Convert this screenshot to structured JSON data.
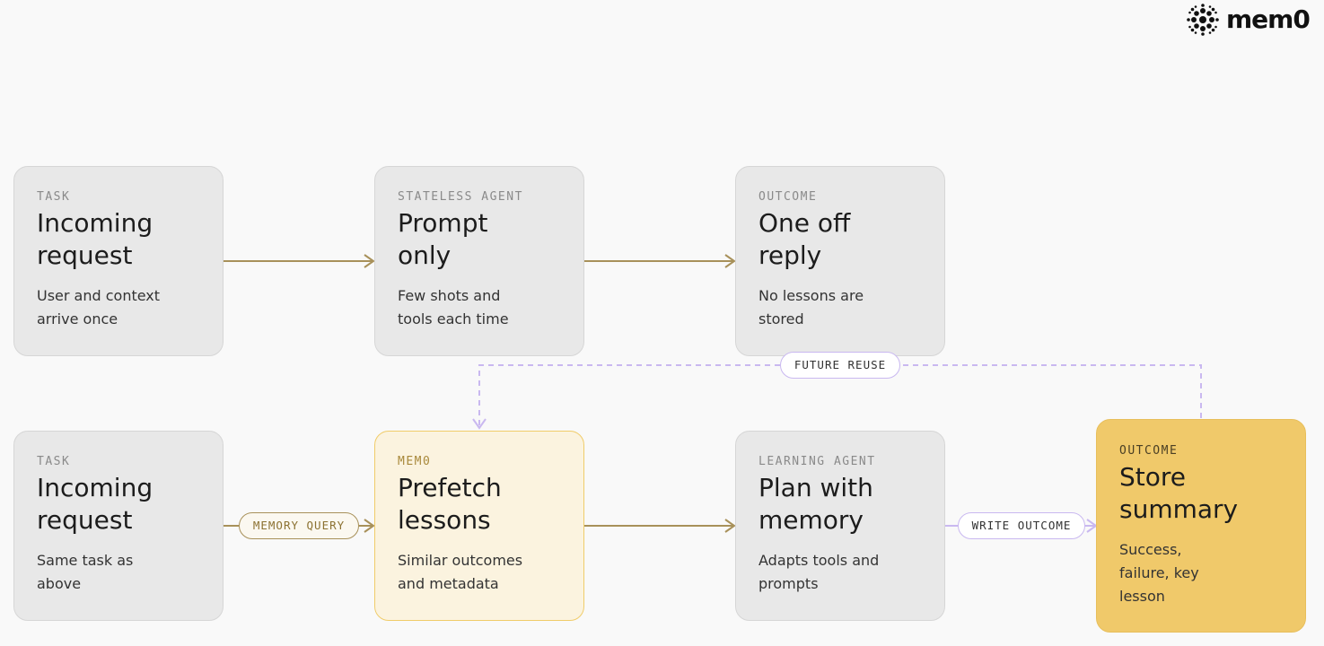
{
  "logo": {
    "wordmark": "mem0"
  },
  "stateless_row": [
    {
      "label": "TASK",
      "title": "Incoming\nrequest",
      "desc": "User and context\narrive once"
    },
    {
      "label": "STATELESS AGENT",
      "title": "Prompt\nonly",
      "desc": "Few shots and\ntools each time"
    },
    {
      "label": "OUTCOME",
      "title": "One off\nreply",
      "desc": "No lessons are\nstored"
    }
  ],
  "memory_row": [
    {
      "label": "TASK",
      "title": "Incoming\nrequest",
      "desc": "Same task as\nabove"
    },
    {
      "label": "MEM0",
      "title": "Prefetch\nlessons",
      "desc": "Similar outcomes\nand metadata"
    },
    {
      "label": "LEARNING AGENT",
      "title": "Plan with\nmemory",
      "desc": "Adapts tools and\nprompts"
    },
    {
      "label": "OUTCOME",
      "title": "Store\nsummary",
      "desc": "Success,\nfailure, key\nlesson"
    }
  ],
  "edge_labels": {
    "memory_query": "MEMORY QUERY",
    "write_outcome": "WRITE OUTCOME",
    "future_reuse": "FUTURE REUSE"
  },
  "colors": {
    "gold_arrow": "#a8915a",
    "lavender_arrow": "#c9b8f0",
    "mem_card_fill": "#fbf3df",
    "mem_card_border": "#f0cc6a",
    "store_card_fill": "#f0c96a",
    "neutral_card_fill": "#e8e8e8"
  }
}
